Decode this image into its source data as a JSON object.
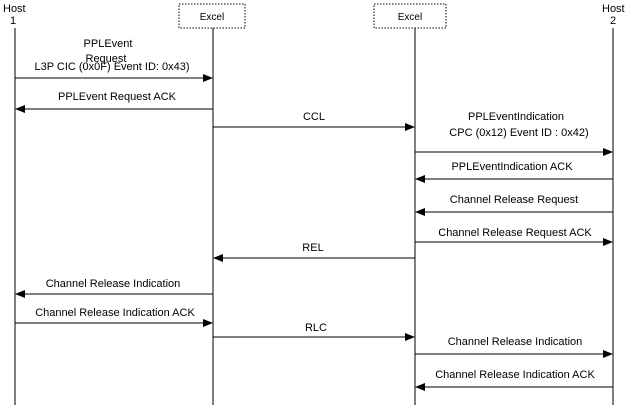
{
  "participants": {
    "host1": "Host\n1",
    "excel_a": "Excel",
    "excel_b": "Excel",
    "host2": "Host\n2"
  },
  "messages": {
    "m1_l1": "PPLEvent",
    "m1_l2": "Request",
    "m1_l3": "L3P CIC (0x0F) Event ID: 0x43)",
    "m2": "PPLEvent Request ACK",
    "m3": "CCL",
    "m4_l1": "PPLEventIndication",
    "m4_l2": "CPC (0x12)  Event ID : 0x42)",
    "m5": "PPLEventIndication ACK",
    "m6": "Channel  Release Request",
    "m7": "Channel Release Request  ACK",
    "m8": "REL",
    "m9": "Channel Release Indication",
    "m10": "Channel Release Indication ACK",
    "m11": "RLC",
    "m12": "Channel Release Indication",
    "m13": "Channel Release Indication ACK"
  }
}
